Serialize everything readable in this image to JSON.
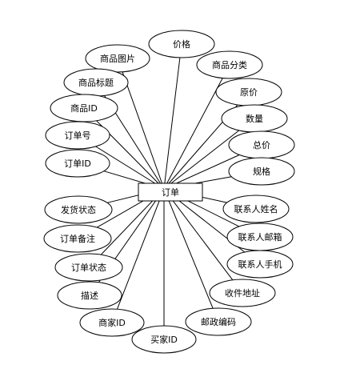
{
  "diagram": {
    "entity": "订单",
    "attributes": [
      {
        "id": "price",
        "label": "价格"
      },
      {
        "id": "product-image",
        "label": "商品图片"
      },
      {
        "id": "product-category",
        "label": "商品分类"
      },
      {
        "id": "product-title",
        "label": "商品标题"
      },
      {
        "id": "original-price",
        "label": "原价"
      },
      {
        "id": "product-id",
        "label": "商品ID"
      },
      {
        "id": "quantity",
        "label": "数量"
      },
      {
        "id": "order-number",
        "label": "订单号"
      },
      {
        "id": "total-price",
        "label": "总价"
      },
      {
        "id": "order-id",
        "label": "订单ID"
      },
      {
        "id": "specification",
        "label": "规格"
      },
      {
        "id": "shipping-status",
        "label": "发货状态"
      },
      {
        "id": "contact-name",
        "label": "联系人姓名"
      },
      {
        "id": "order-remark",
        "label": "订单备注"
      },
      {
        "id": "contact-email",
        "label": "联系人邮箱"
      },
      {
        "id": "order-status",
        "label": "订单状态"
      },
      {
        "id": "contact-phone",
        "label": "联系人手机"
      },
      {
        "id": "description",
        "label": "描述"
      },
      {
        "id": "shipping-address",
        "label": "收件地址"
      },
      {
        "id": "merchant-id",
        "label": "商家ID"
      },
      {
        "id": "postal-code",
        "label": "邮政编码"
      },
      {
        "id": "buyer-id",
        "label": "买家ID"
      }
    ]
  }
}
